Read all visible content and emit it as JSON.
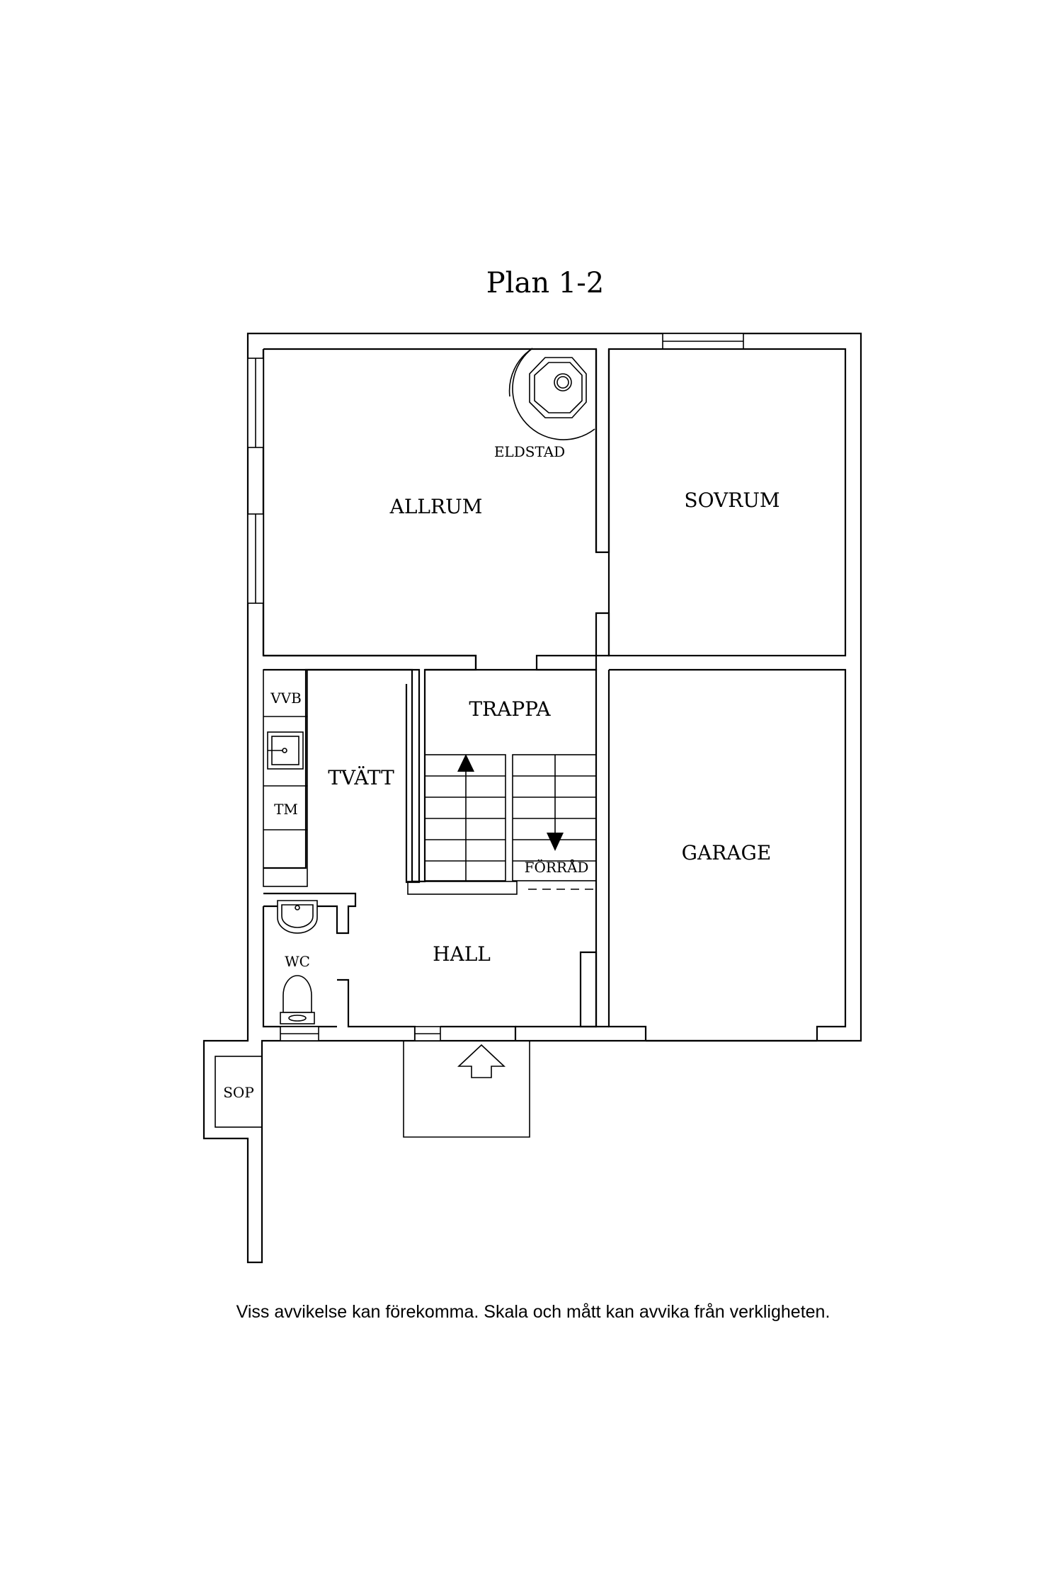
{
  "title": "Plan 1-2",
  "rooms": {
    "allrum": "ALLRUM",
    "sovrum": "SOVRUM",
    "eldstad": "ELDSTAD",
    "trappa": "TRAPPA",
    "tvatt": "TVÄTT",
    "vvb": "VVB",
    "tm": "TM",
    "forrad": "FÖRRÅD",
    "garage": "GARAGE",
    "hall": "HALL",
    "wc": "WC",
    "sop": "SOP"
  },
  "disclaimer": "Viss avvikelse kan förekomma. Skala och mått kan avvika från verkligheten.",
  "icons": {
    "entrance": "entrance-arrow-icon",
    "stair_up": "stair-up-arrow-icon",
    "stair_down": "stair-down-arrow-icon",
    "fireplace": "fireplace-icon",
    "sink": "sink-icon",
    "toilet": "toilet-icon"
  }
}
